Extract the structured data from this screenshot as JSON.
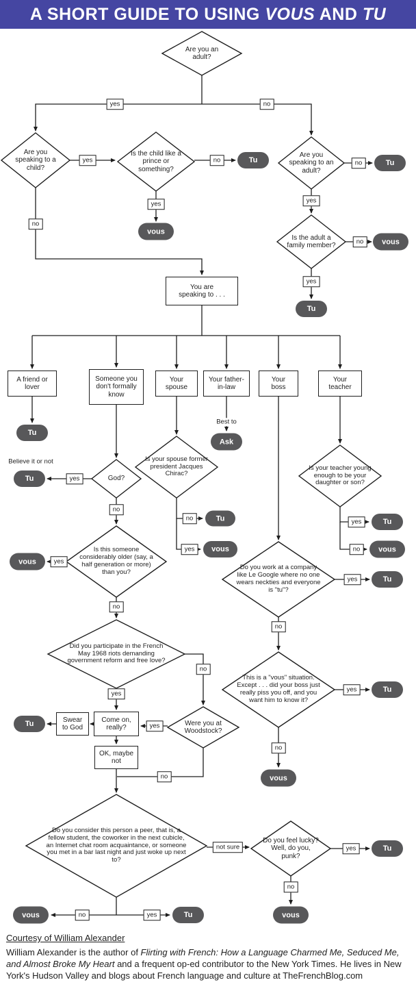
{
  "colors": {
    "header_bg": "#4546a2",
    "pill_bg": "#58585a",
    "line_color": "#1e1e1e"
  },
  "header": {
    "pre": "A SHORT GUIDE TO USING ",
    "vous": "VOUS",
    "mid": " AND ",
    "tu": "TU"
  },
  "edge": {
    "yes": "yes",
    "no": "no",
    "not_sure": "not sure"
  },
  "pill": {
    "tu": "Tu",
    "vous": "vous",
    "ask": "Ask"
  },
  "nodes": {
    "adult": "Are you an adult?",
    "child": "Are you speaking to a child?",
    "prince": "Is the child like a prince or something?",
    "adult2": "Are you speaking to an adult?",
    "family": "Is the adult a family member?",
    "speaking_to": "You are speaking to . . .",
    "friend": "A friend or lover",
    "someone": "Someone you don't formally know",
    "spouse": "Your spouse",
    "father_in_law": "Your father-in-law",
    "boss": "Your boss",
    "teacher": "Your teacher",
    "best_to": "Best to",
    "believe": "Believe it or not",
    "god": "God?",
    "older": "Is this someone considerably older (say, a half generation or more) than you?",
    "riots": "Did you participate in the French May 1968 riots demanding government reform and free love?",
    "come_on": "Come on, really?",
    "swear": "Swear to God",
    "ok_maybe": "OK, maybe not",
    "woodstock": "Were you at Woodstock?",
    "peer": "Do you consider this person a peer, that is, a fellow student, the coworker in the next cubicle, an Internet chat room acquaintance, or someone you met in a bar last night and just woke up next to?",
    "lucky": "Do you feel lucky? Well, do you, punk?",
    "chirac": "Is your spouse former president Jacques Chirac?",
    "google": "Do you work at a company like Le Google where no one wears neckties and everyone is \"tu\"?",
    "vous_situation": "This is a \"vous\" situation. Except . . . did your boss just really piss you off, and you want him to know it?",
    "teacher_young": "Is your teacher young enough to be your daughter or son?"
  },
  "footer": {
    "courtesy": "Courtesy of William Alexander",
    "bio_1": "William Alexander is the author of ",
    "bio_italic": "Flirting with French: How a Language Charmed Me, Seduced Me, and Almost Broke My Heart",
    "bio_2": " and a frequent op-ed contributor to the New York Times. He lives in New York's Hudson Valley and blogs about French language and culture at TheFrenchBlog.com"
  }
}
